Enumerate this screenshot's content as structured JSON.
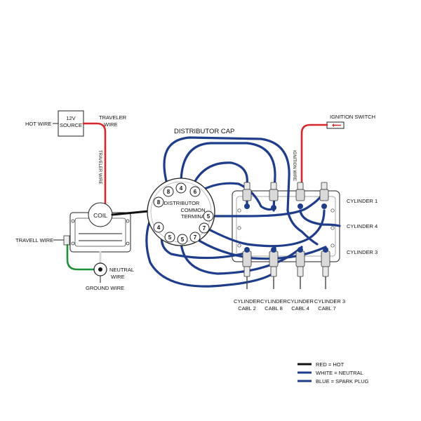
{
  "labels": {
    "power_source": [
      "12V",
      "SOURCE"
    ],
    "hot_wire": "HOT WIRE",
    "traveler_top": [
      "TRAVELER",
      "WIRE"
    ],
    "traveler_vertical": "TRAVELER WIRE",
    "traveler_left": "TRAVELL WIRE",
    "coil": "COIL",
    "neutral_wire": [
      "NEUTRAL",
      "WIRE"
    ],
    "ground_wire": "GROUND WIRE",
    "distributor_cap": "DISTRIBUTOR CAP",
    "distributor_center": [
      "DISTRIBUTOR",
      "COMMON",
      "TERMINAL"
    ],
    "ignition_switch": "IGNITION SWITCH",
    "ignition_vertical": "IGNITION WIRE"
  },
  "distributor_pins": [
    "4",
    "6",
    "8",
    "8",
    "5",
    "4",
    "7",
    "5",
    "5",
    "7"
  ],
  "cylinder_labels_right": [
    "CYLINDER 1",
    "CYLINDER 4",
    "CYLINDER 3"
  ],
  "cylinder_labels_bottom": [
    [
      "CYLINDER",
      "CABL 2"
    ],
    [
      "CYLINDER",
      "CABL 8"
    ],
    [
      "CYLINDER",
      "CABL 4"
    ],
    [
      "CYLINDER 3",
      "CABL 7"
    ]
  ],
  "legend": [
    {
      "text": "RED = HOT",
      "color": "#111111"
    },
    {
      "text": "WHITE = NEUTRAL",
      "color": "#1f3d8a"
    },
    {
      "text": "BLUE = SPARK PLUG",
      "color": "#1f3d8a"
    }
  ],
  "colors": {
    "red": "#d9262b",
    "blue": "#1f3d8a",
    "green": "#1f8f3a",
    "black": "#111111",
    "white": "#d8d8d8"
  }
}
